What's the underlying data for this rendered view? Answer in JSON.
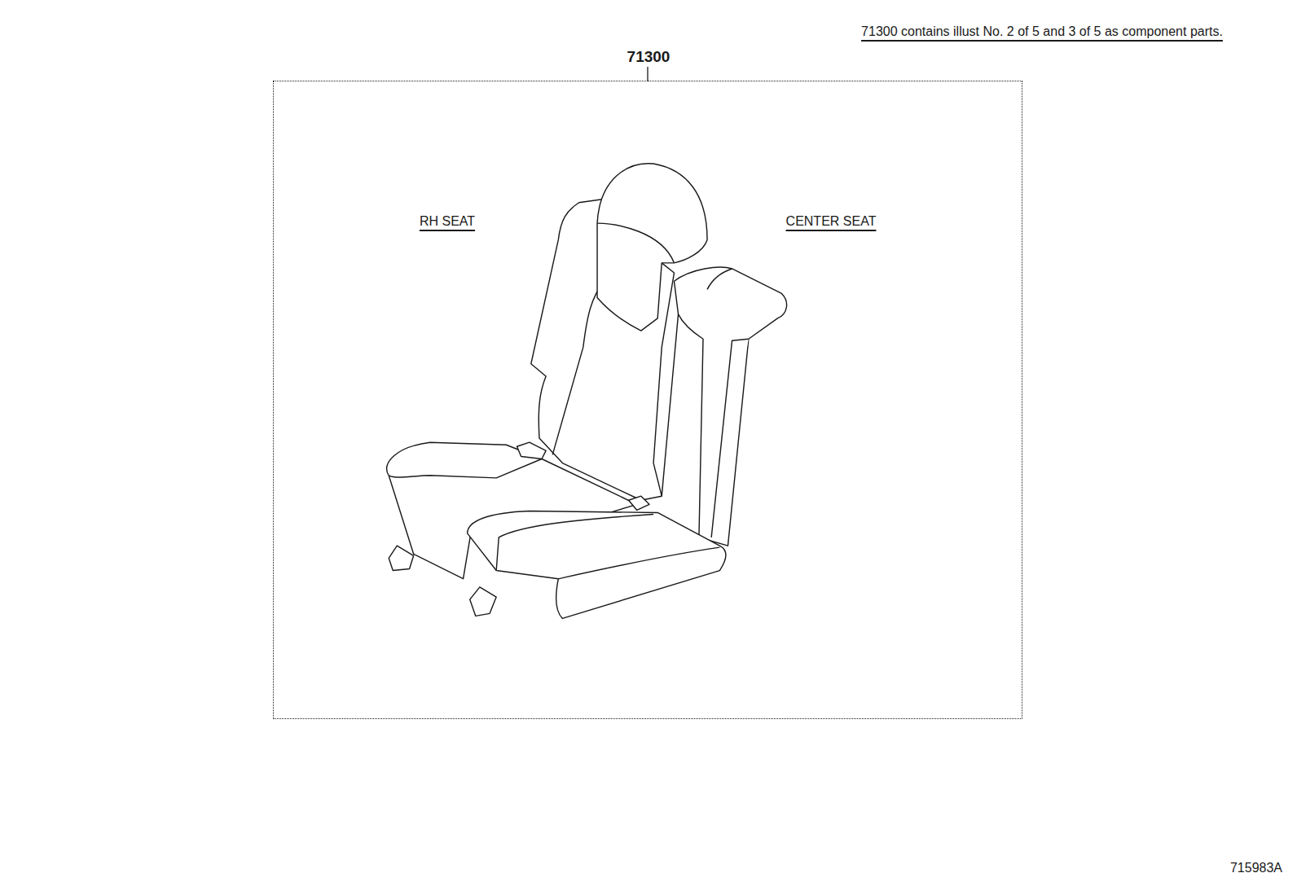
{
  "diagram": {
    "nodes": [
      {
        "text": [
          "71300"
        ]
      }
    ],
    "labels": [
      "71300 contains illust No. 2 of 5 and 3 of 5 as component parts.",
      "RH SEAT",
      "CENTER SEAT",
      "715983A"
    ]
  }
}
